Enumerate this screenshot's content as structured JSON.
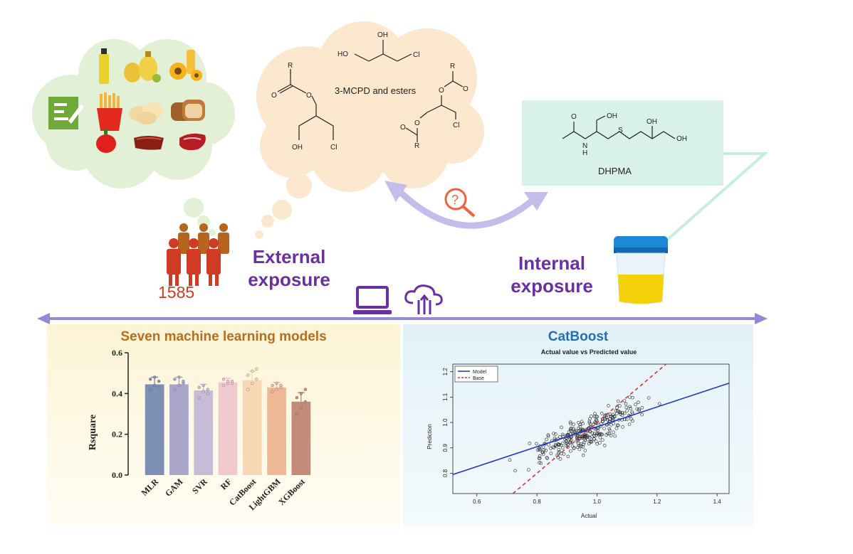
{
  "food_cloud": {
    "food_icons": [
      "oil-bottle-icon",
      "oil-jars-icon",
      "sunflower-oil-icon",
      "questionnaire-icon",
      "fries-icon",
      "chips-icon",
      "bread-icon",
      "pepper-icon",
      "meat-icon",
      "steak-icon"
    ]
  },
  "chem_cloud": {
    "label": "3-MCPD and esters",
    "atoms": {
      "oh": "OH",
      "ho": "HO",
      "cl": "Cl",
      "r": "R",
      "o": "O"
    }
  },
  "dhpma": {
    "label": "DHPMA",
    "atoms": {
      "oh": "OH",
      "o": "O",
      "n": "N",
      "h": "H",
      "s": "S"
    }
  },
  "population": {
    "count": "1585"
  },
  "external_label": [
    "External",
    "exposure"
  ],
  "internal_label": [
    "Internal",
    "exposure"
  ],
  "colors": {
    "purple": "#6a2fa0",
    "food_cloud": "#e2f0d6",
    "chem_cloud": "#fce7cf",
    "dhpma_box": "#d8f1ea",
    "people_dark": "#d13b24",
    "people_brown": "#b5651d",
    "arrow": "#b9b2e6",
    "axis_line": "#8f89d6",
    "left_panel": "#fdf3d5",
    "right_panel": "#e5f3f8",
    "orange_title": "#b86e1e",
    "blue_title": "#1f70b8"
  },
  "left_panel": {
    "title": "Seven machine learning models"
  },
  "right_panel": {
    "title": "CatBoost"
  },
  "chart_data": [
    {
      "type": "bar",
      "title": "Seven machine learning models",
      "ylabel": "Rsquare",
      "xlabel": "",
      "categories": [
        "MLR",
        "GAM",
        "SVR",
        "RF",
        "CatBoost",
        "LightGBM",
        "XGBoost"
      ],
      "values": [
        0.445,
        0.445,
        0.415,
        0.455,
        0.465,
        0.43,
        0.36
      ],
      "errors": [
        0.035,
        0.035,
        0.03,
        0.02,
        0.045,
        0.025,
        0.045
      ],
      "points": [
        [
          0.42,
          0.44,
          0.46,
          0.47,
          0.48,
          0.43
        ],
        [
          0.42,
          0.44,
          0.45,
          0.47,
          0.48,
          0.46
        ],
        [
          0.38,
          0.41,
          0.42,
          0.43,
          0.44,
          0.4
        ],
        [
          0.44,
          0.45,
          0.46,
          0.47,
          0.46,
          0.45
        ],
        [
          0.42,
          0.45,
          0.47,
          0.49,
          0.51,
          0.52
        ],
        [
          0.41,
          0.42,
          0.43,
          0.44,
          0.45,
          0.44
        ],
        [
          0.3,
          0.33,
          0.36,
          0.38,
          0.4,
          0.42
        ]
      ],
      "bar_colors": [
        "#7e8fb5",
        "#a9a6c9",
        "#c7bcd8",
        "#f0c9cf",
        "#f8d7b4",
        "#f0b996",
        "#c48b7a"
      ],
      "ylim": [
        0,
        0.6
      ],
      "yticks": [
        "0.0",
        "0.2",
        "0.4",
        "0.6"
      ]
    },
    {
      "type": "scatter",
      "title": "Actual value vs Predicted value",
      "xlabel": "Actual",
      "ylabel": "Prediction",
      "xlim": [
        0.52,
        1.44
      ],
      "ylim": [
        0.72,
        1.23
      ],
      "xticks": [
        "0.6",
        "0.8",
        "1.0",
        "1.2",
        "1.4"
      ],
      "yticks": [
        "0.8",
        "0.9",
        "1.0",
        "1.1",
        "1.2"
      ],
      "series": [
        {
          "name": "Model",
          "kind": "line",
          "color": "#2233cc",
          "x": [
            0.52,
            1.44
          ],
          "y": [
            0.795,
            1.155
          ]
        },
        {
          "name": "Base",
          "kind": "dashed-line",
          "color": "#dd3333",
          "x": [
            0.72,
            1.23
          ],
          "y": [
            0.72,
            1.23
          ]
        }
      ],
      "legend": "top-left",
      "points_summary": {
        "count": 300,
        "x_center": 0.98,
        "y_center": 0.97
      }
    }
  ]
}
